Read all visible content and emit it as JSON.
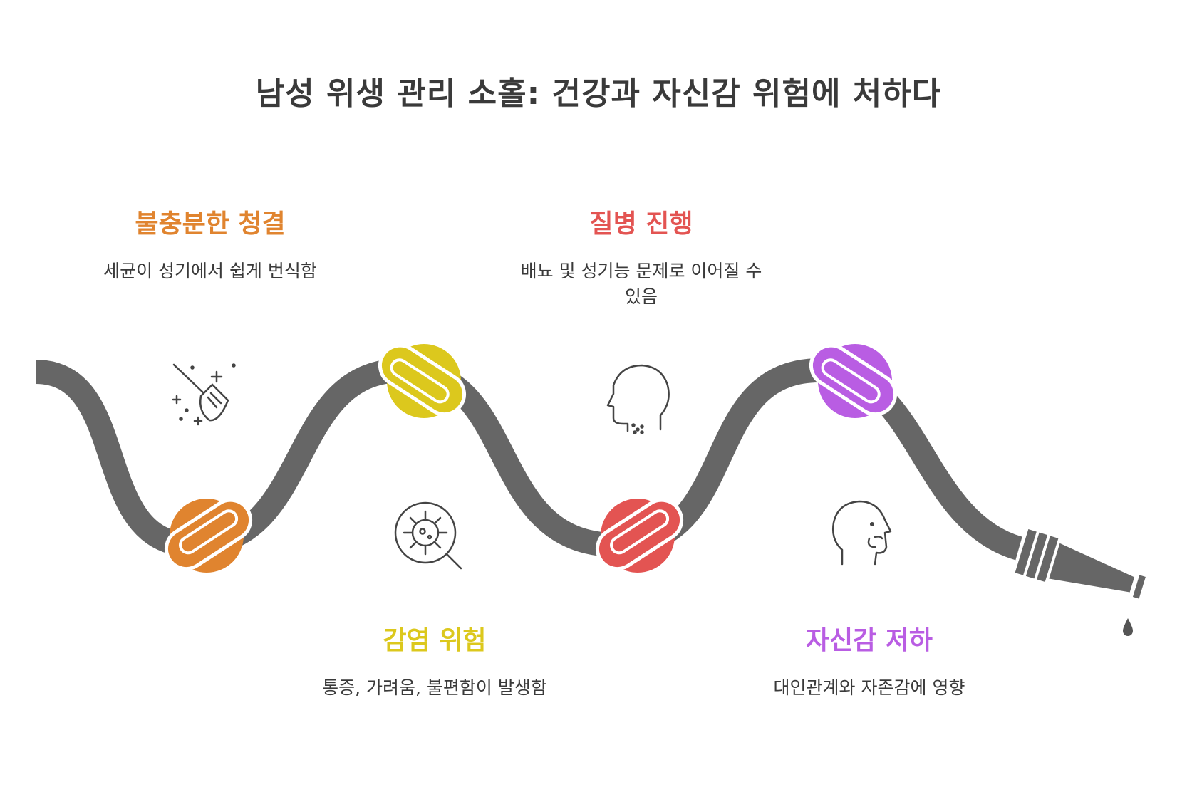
{
  "title": "남성 위생 관리 소홀: 건강과 자신감 위험에 처하다",
  "steps": [
    {
      "title": "불충분한 청결",
      "desc": "세균이 성기에서 쉽게 번식함",
      "color": "#E0842F",
      "icon": "broom-sparkle-icon"
    },
    {
      "title": "질병 진행",
      "desc": "배뇨 및 성기능 문제로 이어질 수 있음",
      "color": "#E35452",
      "icon": "head-sneeze-icon"
    },
    {
      "title": "감염 위험",
      "desc": "통증, 가려움, 불편함이 발생함",
      "color": "#DCC81D",
      "icon": "virus-magnifier-icon"
    },
    {
      "title": "자신감 저하",
      "desc": "대인관계와 자존감에 영향",
      "color": "#B95DE3",
      "icon": "thinking-head-icon"
    }
  ],
  "hose_color": "#666666"
}
